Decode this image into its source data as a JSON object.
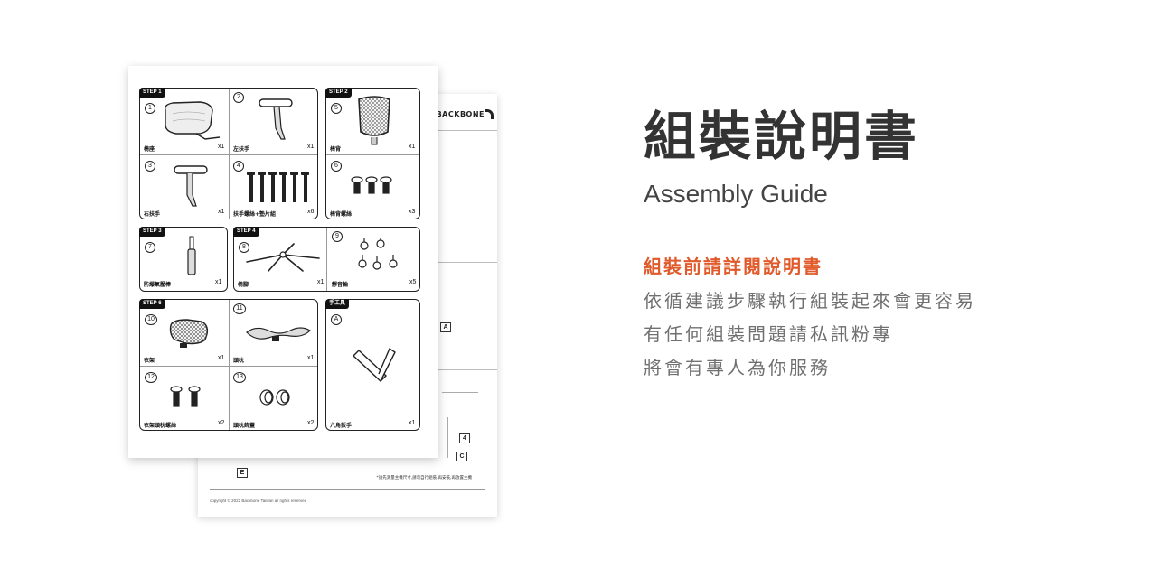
{
  "title": "組裝說明書",
  "subtitle": "Assembly Guide",
  "highlight": "組裝前請詳閱說明書",
  "body_lines": [
    "依循建議步驟執行組裝起來會更容易",
    "有任何組裝問題請私訊粉專",
    "將會有專人為你服務"
  ],
  "accent_color": "#e05a2b",
  "manual": {
    "brand": "BACKBONE",
    "step_tags": [
      "STEP 1",
      "STEP 2",
      "STEP 3",
      "STEP 4",
      "STEP 6",
      "手工具"
    ],
    "parts": [
      {
        "num": "1",
        "name": "椅座",
        "qty": "x1"
      },
      {
        "num": "2",
        "name": "左扶手",
        "qty": "x1"
      },
      {
        "num": "5",
        "name": "椅背",
        "qty": "x1"
      },
      {
        "num": "3",
        "name": "右扶手",
        "qty": "x1"
      },
      {
        "num": "4",
        "name": "扶手螺絲+墊片組",
        "qty": "x6"
      },
      {
        "num": "6",
        "name": "椅背螺絲",
        "qty": "x3"
      },
      {
        "num": "7",
        "name": "防爆氣壓棒",
        "qty": "x1"
      },
      {
        "num": "8",
        "name": "椅腳",
        "qty": "x1"
      },
      {
        "num": "9",
        "name": "靜音輪",
        "qty": "x5"
      },
      {
        "num": "10",
        "name": "衣架",
        "qty": "x1"
      },
      {
        "num": "11",
        "name": "頭枕",
        "qty": "x1"
      },
      {
        "num": "12",
        "name": "衣架頭枕螺絲",
        "qty": "x2"
      },
      {
        "num": "13",
        "name": "頭枕飾蓋",
        "qty": "x2"
      },
      {
        "num": "A",
        "name": "六角扳手",
        "qty": "x1"
      }
    ],
    "back_labels": [
      "A",
      "4",
      "C",
      "E"
    ],
    "back_note": "*請先測量主機尺寸,請勿自行組裝,再安裝,再放置主機",
    "copyright": "copyright © 2022 Backbone Taiwan all rights reserved"
  }
}
